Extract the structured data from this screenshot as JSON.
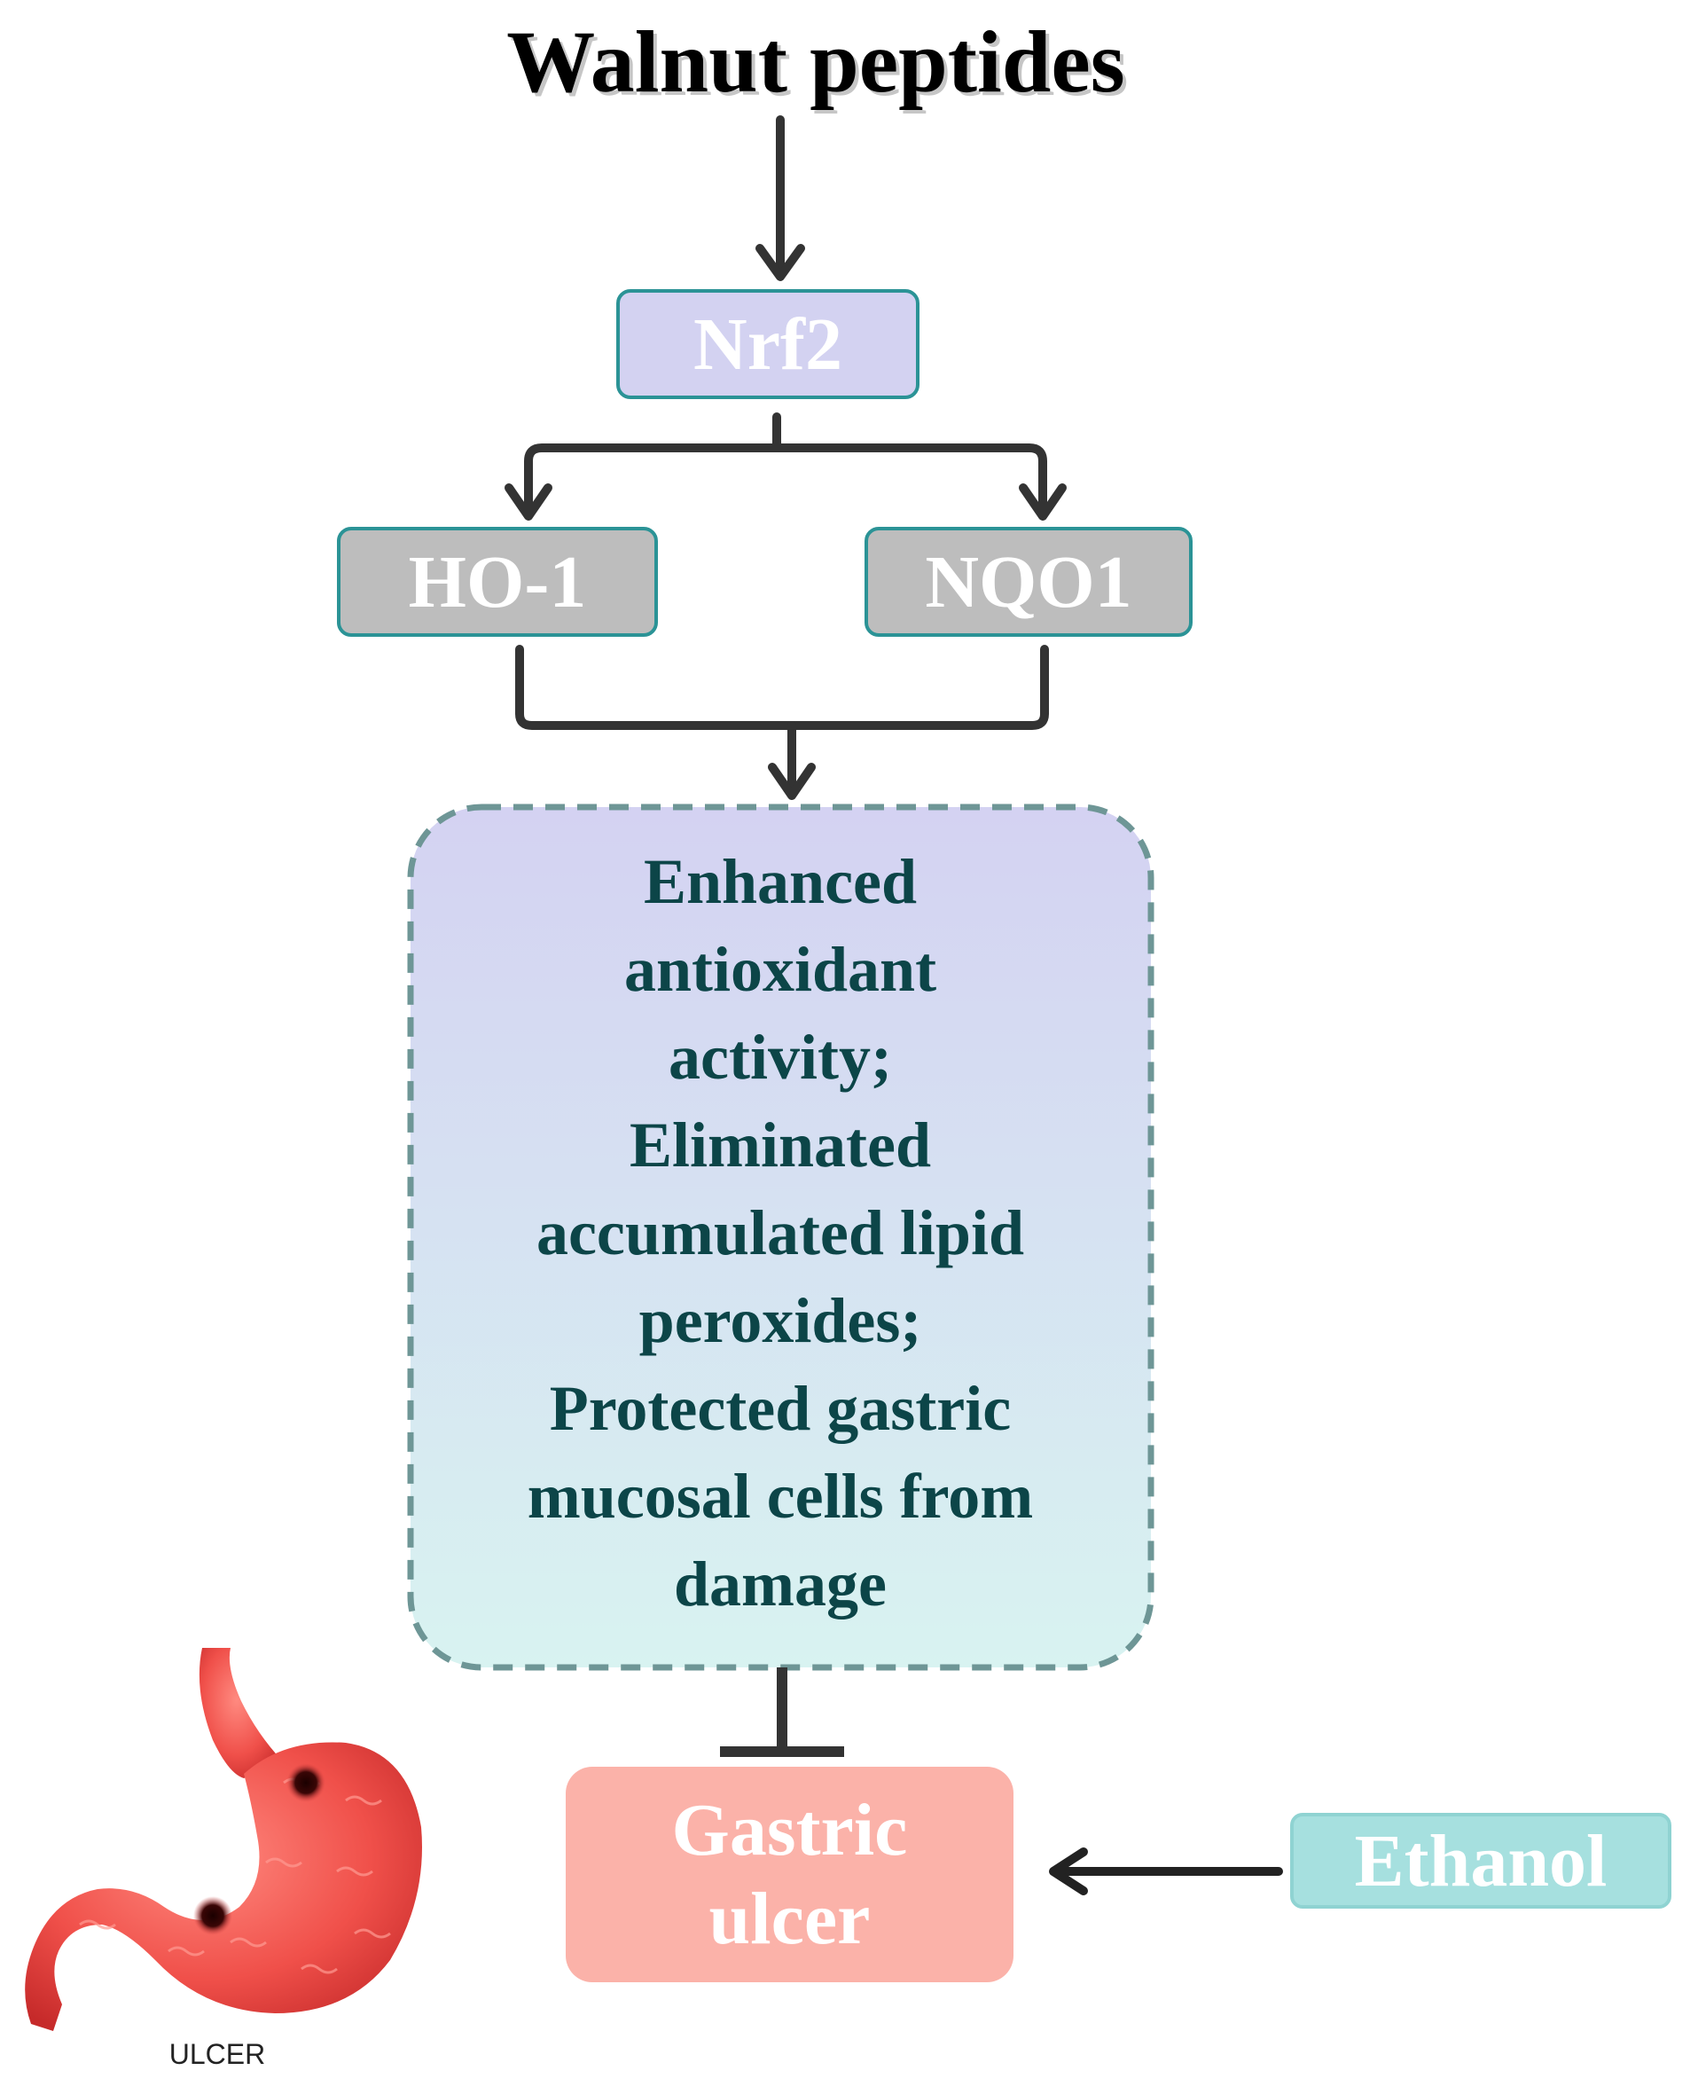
{
  "title": "Walnut peptides",
  "nodes": {
    "nrf2": "Nrf2",
    "ho1": "HO-1",
    "nqo1": "NQO1",
    "effects": {
      "line1": "Enhanced",
      "line2": "antioxidant",
      "line3": "activity;",
      "line4": "Eliminated",
      "line5": "accumulated lipid",
      "line6": "peroxides;",
      "line7": "Protected gastric",
      "line8": "mucosal cells from",
      "line9": "damage"
    },
    "ulcer": {
      "line1": "Gastric",
      "line2": "ulcer"
    },
    "ethanol": "Ethanol"
  },
  "illustration": {
    "label": "ULCER",
    "icon": "stomach-ulcer-icon"
  },
  "colors": {
    "node_border": "#2b9396",
    "nrf2_fill": "#d3d2f1",
    "enzyme_fill": "#bdbdbd",
    "effect_gradient_top": "#d4d2f2",
    "effect_gradient_bottom": "#d8f3f1",
    "effect_text": "#0c4548",
    "ulcer_fill": "#fbb2a9",
    "ethanol_fill": "#a6e0df",
    "arrow": "#333333"
  }
}
